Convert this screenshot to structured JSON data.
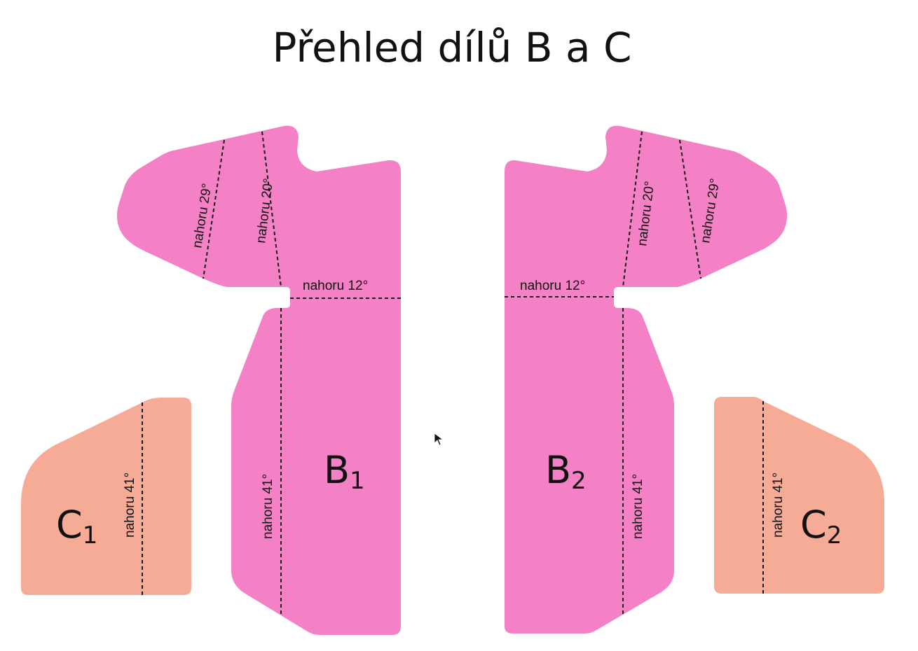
{
  "title": "Přehled dílů B a C",
  "colors": {
    "piece_b": "#f480c5",
    "piece_c": "#f5ab95",
    "line": "#111111"
  },
  "pieces": {
    "b1": {
      "letter": "B",
      "sub": "1",
      "fold_top": "nahoru 29°",
      "fold_mid": "nahoru 20°",
      "fold_waist": "nahoru 12°",
      "fold_body": "nahoru 41°"
    },
    "b2": {
      "letter": "B",
      "sub": "2",
      "fold_top": "nahoru 20°",
      "fold_mid": "nahoru 29°",
      "fold_waist": "nahoru 12°",
      "fold_body": "nahoru 41°"
    },
    "c1": {
      "letter": "C",
      "sub": "1",
      "fold": "nahoru 41°"
    },
    "c2": {
      "letter": "C",
      "sub": "2",
      "fold": "nahoru 41°"
    }
  },
  "cursor_icon": "arrow-cursor-icon"
}
